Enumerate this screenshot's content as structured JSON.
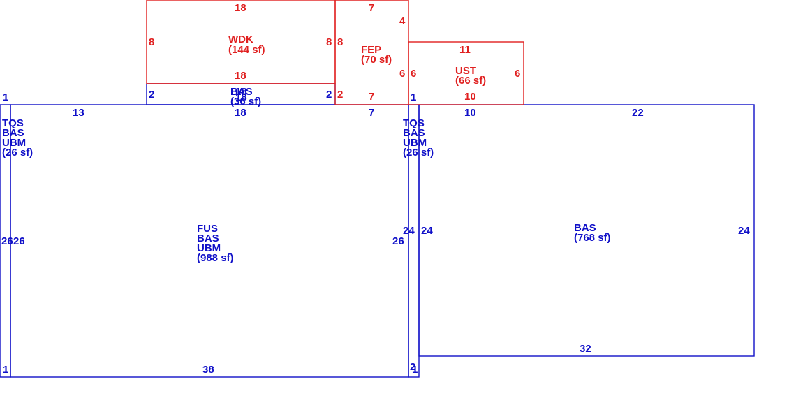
{
  "colors": {
    "living": "#1010c8",
    "exterior": "#e02020"
  },
  "areas": {
    "left_strip": [
      "TQS",
      "BAS",
      "UBM",
      "(26 sf)"
    ],
    "middle_strip": [
      "TQS",
      "BAS",
      "UBM",
      "(26 sf)"
    ],
    "main": [
      "FUS",
      "BAS",
      "UBM",
      "(988 sf)"
    ],
    "right": [
      "BAS",
      "(768 sf)"
    ],
    "small_bas": [
      "BAS",
      "(36 sf)"
    ],
    "wdk": [
      "WDK",
      "(144 sf)"
    ],
    "fep": [
      "FEP",
      "(70 sf)"
    ],
    "ust": [
      "UST",
      "(66 sf)"
    ]
  },
  "dims": {
    "left_strip": {
      "top": "1",
      "bottom": "1",
      "left": "26",
      "right": "26"
    },
    "main": {
      "top": "13",
      "bottom": "38",
      "right": "26"
    },
    "middle_strip": {
      "top": "1",
      "bottom": "2",
      "bottom_b": "1",
      "left": "24",
      "right": "24"
    },
    "right": {
      "top": "22",
      "bottom": "32",
      "right": "24"
    },
    "small_bas": {
      "top": "18",
      "top_b": "18",
      "bottom": "18",
      "left": "2",
      "right": "2"
    },
    "wdk": {
      "top": "18",
      "bottom": "18",
      "left": "8",
      "right": "8"
    },
    "fep": {
      "top": "7",
      "bottom": "7",
      "bottom_b": "7",
      "left": "8",
      "right": "6",
      "right_top": "4",
      "left_low": "2"
    },
    "ust": {
      "top": "11",
      "bottom": "10",
      "bottom_b": "10",
      "left": "6",
      "right": "6"
    }
  }
}
